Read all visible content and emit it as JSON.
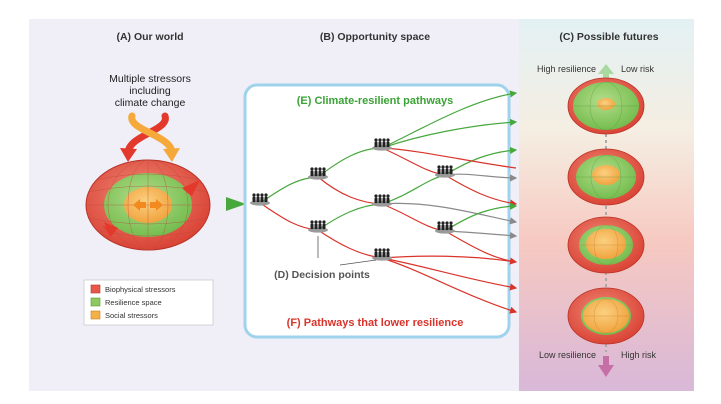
{
  "panels": {
    "a_title": "(A) Our world",
    "b_title": "(B) Opportunity space",
    "c_title": "(C) Possible futures"
  },
  "stressors_text": [
    "Multiple stressors",
    "including",
    "climate change"
  ],
  "legend": [
    {
      "label": "Biophysical stressors",
      "color": "#e8584a"
    },
    {
      "label": "Resilience space",
      "color": "#8dc95f"
    },
    {
      "label": "Social stressors",
      "color": "#f5b04a"
    }
  ],
  "pathways": {
    "resilient_label": "(E) Climate-resilient pathways",
    "lower_label": "(F) Pathways that lower resilience",
    "decision_label": "(D) Decision points"
  },
  "futures": {
    "high_resilience": "High resilience",
    "low_risk": "Low risk",
    "low_resilience": "Low resilience",
    "high_risk": "High risk"
  },
  "colors": {
    "green_path": "#47a83c",
    "red_path": "#d9342b",
    "grey_path": "#8a8a8a",
    "box_border": "#9fd3ec",
    "arrow_top": "#a9d9a0",
    "arrow_bottom": "#c56fa6"
  }
}
